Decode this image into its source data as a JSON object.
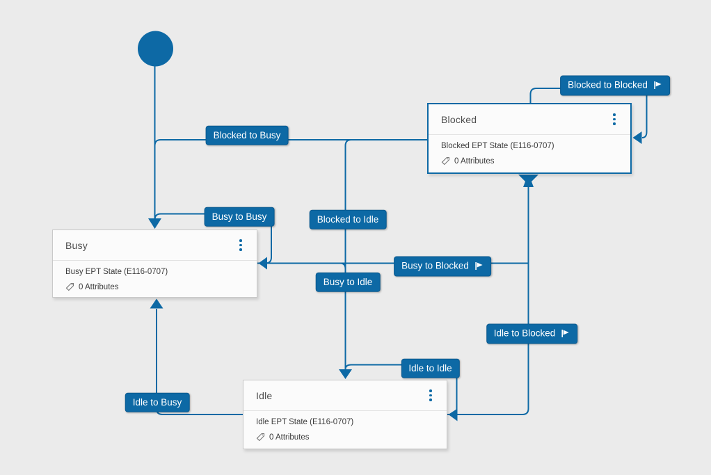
{
  "app": {
    "view": "state-diagram-canvas"
  },
  "colors": {
    "accent": "#0d69a5",
    "background": "#ebebeb",
    "node_fill": "#fbfbfb",
    "node_border": "#c9c9c9",
    "selected_node_border": "#0d69a5",
    "title_text": "#4d4d4d",
    "body_text": "#3c3c3c",
    "label_text": "#ffffff"
  },
  "diagram": {
    "initial_state": {
      "name": "initial-state"
    },
    "states": [
      {
        "title": "Blocked",
        "subtitle": "Blocked EPT State (E116-0707)",
        "attributes_label": "0 Attributes",
        "selected": true
      },
      {
        "title": "Busy",
        "subtitle": "Busy EPT State (E116-0707)",
        "attributes_label": "0 Attributes",
        "selected": false
      },
      {
        "title": "Idle",
        "subtitle": "Idle EPT State (E116-0707)",
        "attributes_label": "0 Attributes",
        "selected": false
      }
    ],
    "transitions": [
      {
        "label": "Blocked to Blocked",
        "flag": true
      },
      {
        "label": "Blocked to Busy",
        "flag": false
      },
      {
        "label": "Busy to Busy",
        "flag": false
      },
      {
        "label": "Blocked to Idle",
        "flag": false
      },
      {
        "label": "Busy to Blocked",
        "flag": true
      },
      {
        "label": "Busy to Idle",
        "flag": false
      },
      {
        "label": "Idle to Blocked",
        "flag": true
      },
      {
        "label": "Idle to Idle",
        "flag": false
      },
      {
        "label": "Idle to Busy",
        "flag": false
      }
    ],
    "icons": {
      "node_menu": "kebab-menu-icon",
      "attribute": "tag-icon",
      "transition_trigger": "flag-icon"
    }
  }
}
